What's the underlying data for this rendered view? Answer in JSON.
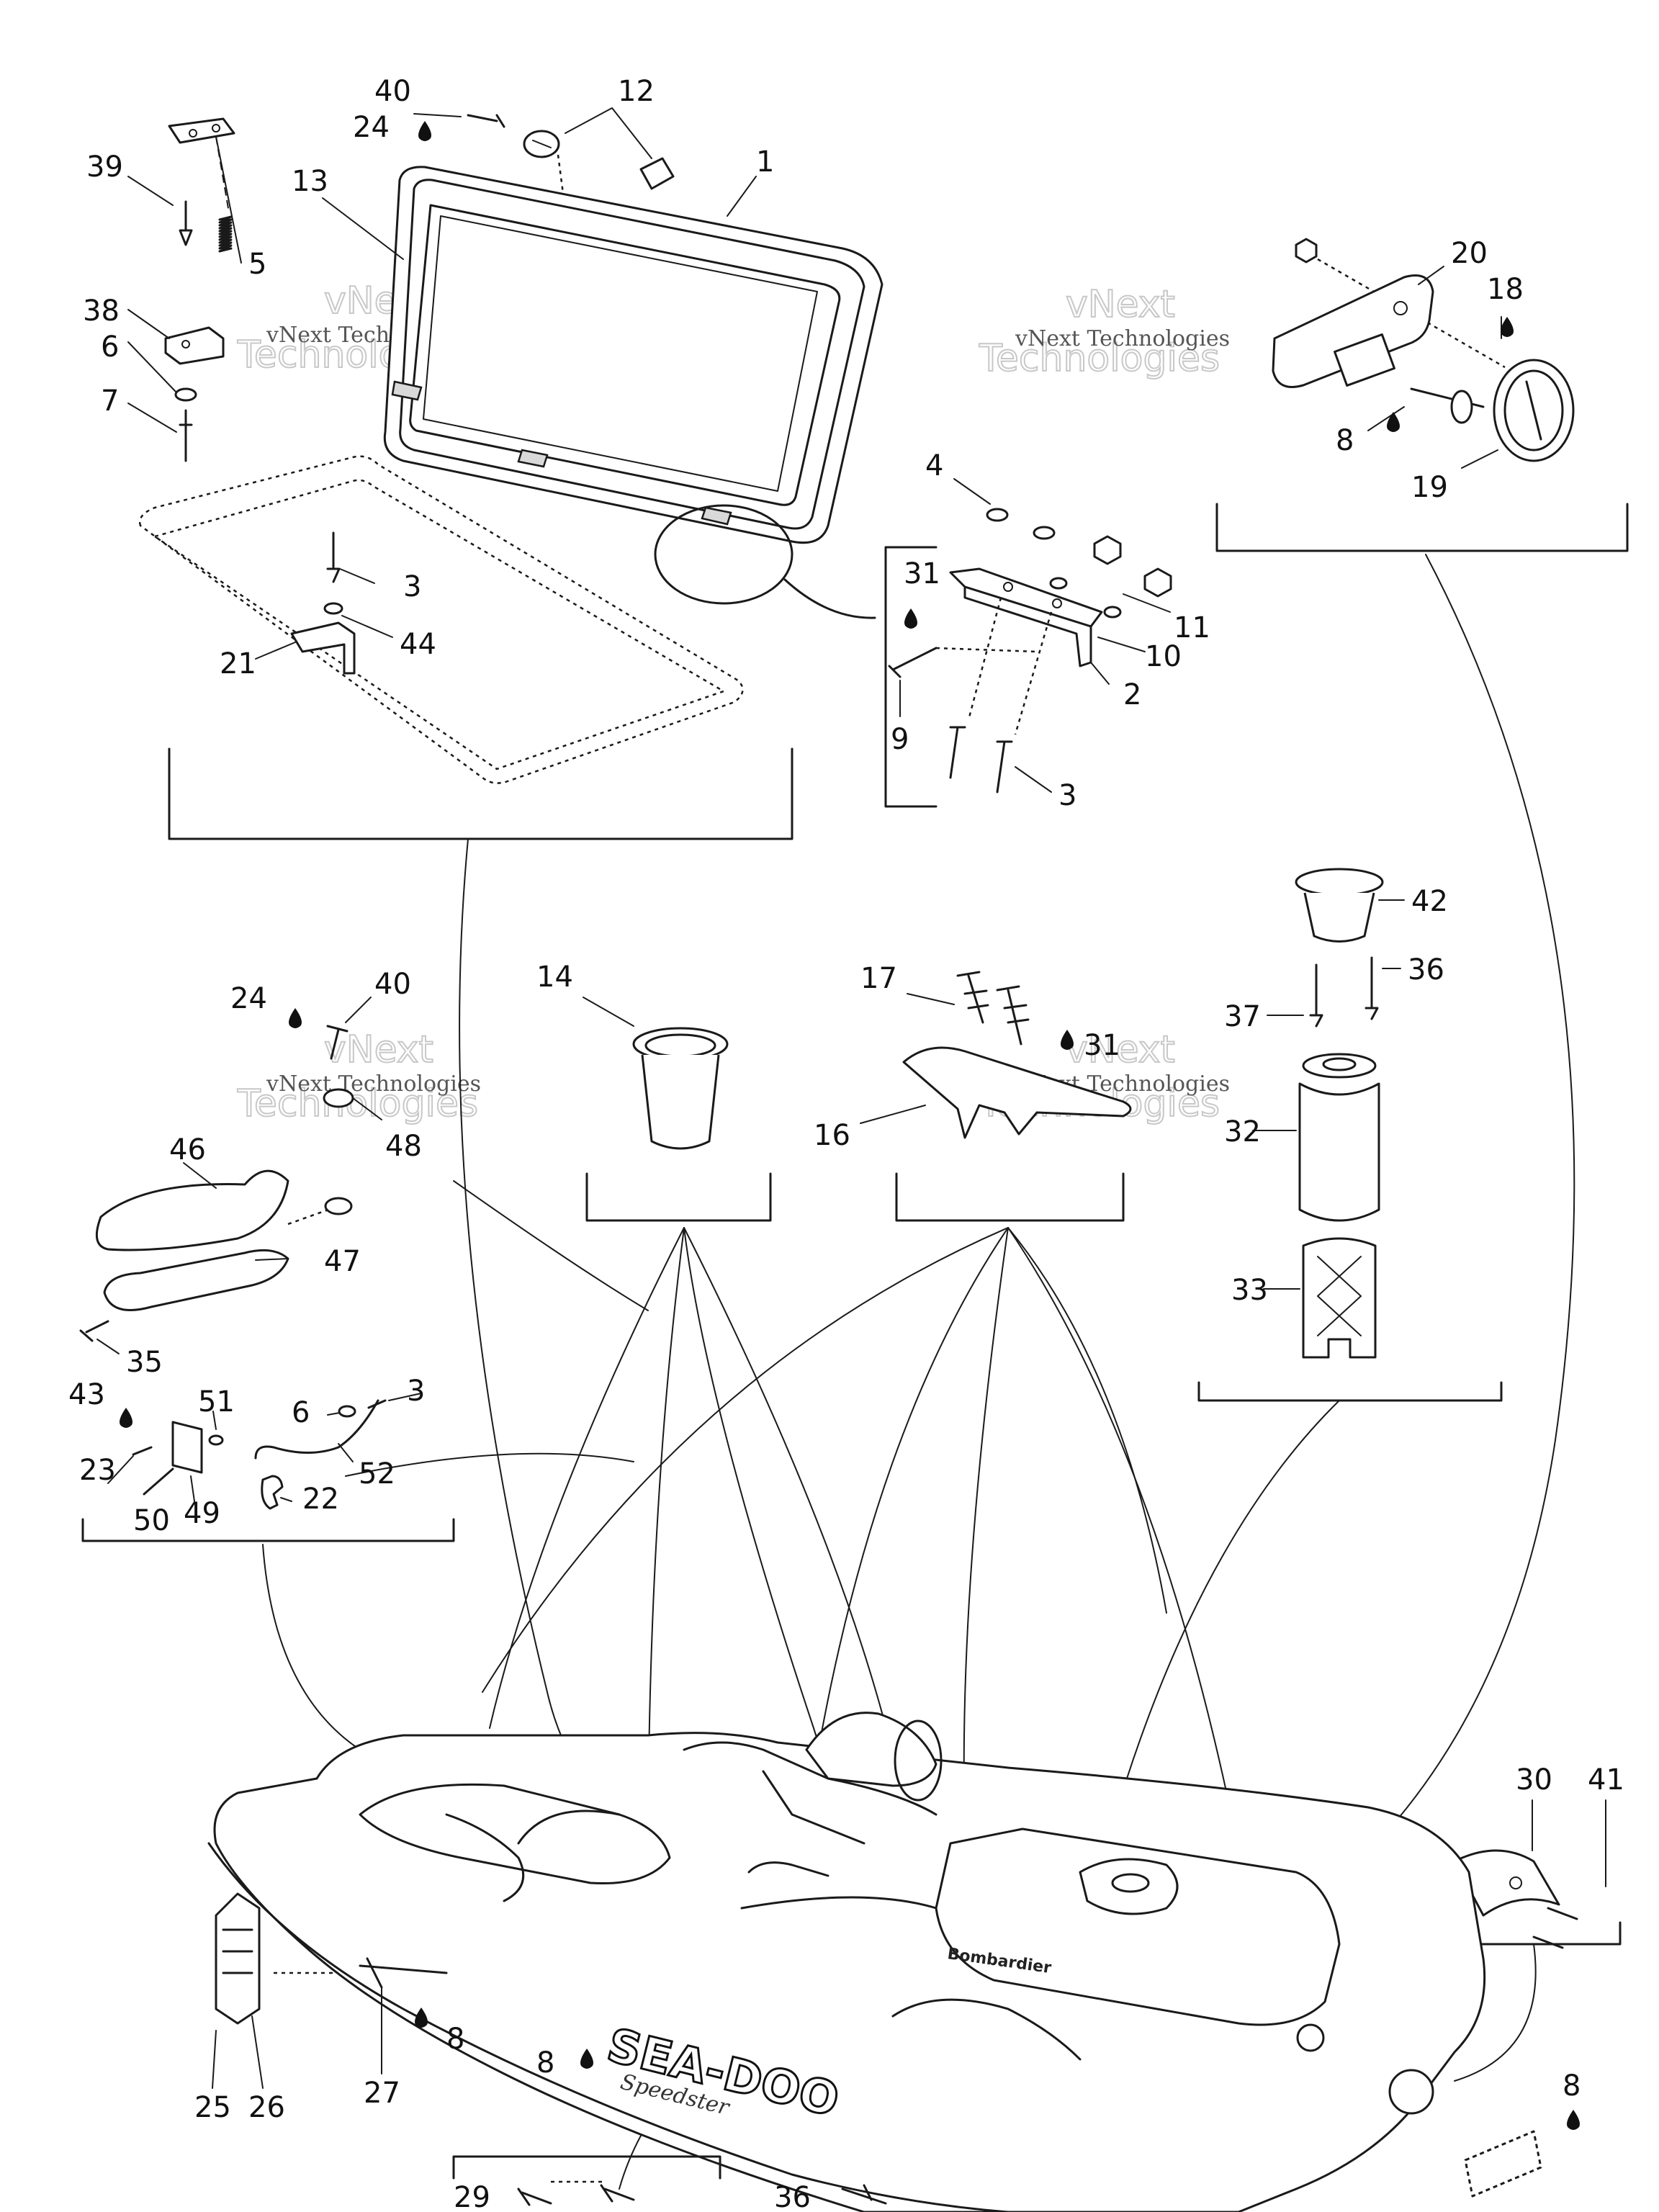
{
  "watermark": {
    "line1": "vNext Technologies",
    "big1": "vNext",
    "big2": "Technologies"
  },
  "callouts": {
    "c1": "1",
    "c2": "2",
    "c3": "3",
    "c4": "4",
    "c5": "5",
    "c6": "6",
    "c7": "7",
    "c8": "8",
    "c9": "9",
    "c10": "10",
    "c11": "11",
    "c12": "12",
    "c13": "13",
    "c14": "14",
    "c16": "16",
    "c17": "17",
    "c18": "18",
    "c19": "19",
    "c20": "20",
    "c21": "21",
    "c22": "22",
    "c23": "23",
    "c24": "24",
    "c25": "25",
    "c26": "26",
    "c27": "27",
    "c29": "29",
    "c30": "30",
    "c31": "31",
    "c32": "32",
    "c33": "33",
    "c35": "35",
    "c36": "36",
    "c37": "37",
    "c38": "38",
    "c39": "39",
    "c40": "40",
    "c41": "41",
    "c42": "42",
    "c43": "43",
    "c44": "44",
    "c46": "46",
    "c47": "47",
    "c48": "48",
    "c49": "49",
    "c50": "50",
    "c51": "51",
    "c52": "52"
  },
  "hull_text": {
    "brand": "SEA-DOO",
    "model": "Speedster",
    "maker": "Bombardier"
  }
}
